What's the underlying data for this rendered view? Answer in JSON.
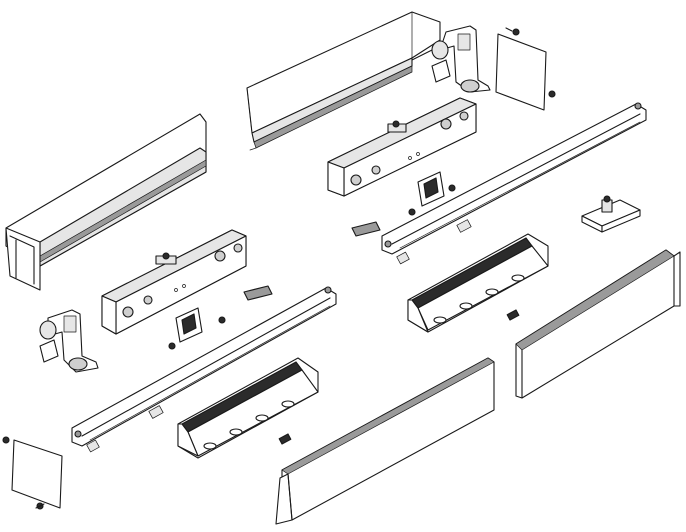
{
  "figure": {
    "kind": "exploded-assembly-drawing",
    "background": "#ffffff",
    "line_color": "#1a1a1a",
    "fill_colors": [
      "#ffffff",
      "#e6e6e6",
      "#cfcfcf",
      "#9a9a9a",
      "#2b2b2b"
    ],
    "parts": [
      {
        "name": "top-track-left"
      },
      {
        "name": "top-track-right"
      },
      {
        "name": "end-cap-left"
      },
      {
        "name": "end-cap-right"
      },
      {
        "name": "carriage-left"
      },
      {
        "name": "carriage-right"
      },
      {
        "name": "damper-rod-left"
      },
      {
        "name": "damper-rod-right"
      },
      {
        "name": "brush-holder-left"
      },
      {
        "name": "brush-holder-right"
      },
      {
        "name": "bottom-profile-left"
      },
      {
        "name": "bottom-profile-right"
      },
      {
        "name": "end-plate-left"
      },
      {
        "name": "end-plate-right"
      },
      {
        "name": "floor-guide"
      }
    ]
  }
}
